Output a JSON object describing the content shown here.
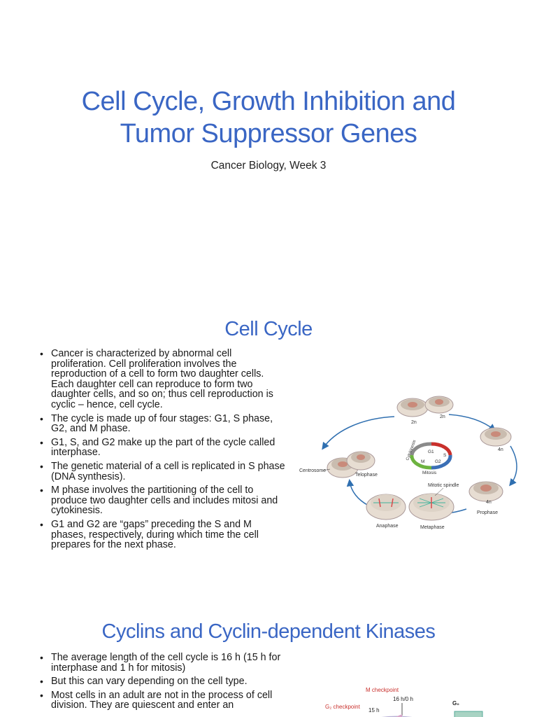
{
  "slide1": {
    "title_line1": "Cell Cycle, Growth Inhibition and",
    "title_line2": "Tumor Suppressor Genes",
    "subtitle": "Cancer Biology, Week 3"
  },
  "slide2": {
    "title": "Cell Cycle",
    "bullets": [
      "Cancer is characterized by abnormal cell proliferation. Cell proliferation involves the reproduction of a cell to form two daughter cells. Each daughter cell can reproduce to form two daughter cells, and so on; thus cell reproduction is cyclic – hence, cell cycle.",
      "The cycle is made up of four stages: G1, S phase, G2, and M phase.",
      "G1, S, and G2 make up the part of the cycle called interphase.",
      "The genetic material of a cell is replicated in S phase (DNA synthesis).",
      "M phase involves the partitioning of the cell to produce two daughter cells and includes mitosi and cytokinesis.",
      "G1 and G2 are “gaps” preceding the S and M phases, respectively, during which time the cell prepares for the next phase."
    ],
    "diagram": {
      "labels": {
        "centrosome": "Centrosome",
        "telophase": "Telophase",
        "anaphase": "Anaphase",
        "metaphase": "Metaphase",
        "prophase": "Prophase",
        "mitotic_spindle": "Mitotic spindle",
        "mitosis": "Mitosis",
        "cytokinesis": "Cytokinesis",
        "g1": "G1",
        "s": "S",
        "g2": "G2",
        "m": "M",
        "ploidy_2n_a": "2n",
        "ploidy_2n_b": "2n",
        "ploidy_4n_a": "4n",
        "ploidy_4n_b": "4n"
      },
      "colors": {
        "arrow": "#2f6fb0",
        "cell_outer": "#e7ddd2",
        "cell_inner": "#c9bcaf",
        "nucleus": "#c98a7a",
        "spindle": "#3fb39b",
        "chromosome": "#d94a4a",
        "phase_g1": "#8a8a8a",
        "phase_s": "#c9302c",
        "phase_g2": "#3b6fb6",
        "phase_m": "#6db33f"
      }
    }
  },
  "slide3": {
    "title": "Cyclins and Cyclin-dependent Kinases",
    "bullets": [
      "The average length of the cell cycle is 16 h (15 h for interphase and 1 h for mitosis)",
      "But this can vary depending on the cell type.",
      "Most cells in an adult are not in the process of cell division. They are quiescent and enter an"
    ],
    "diagram": {
      "m_checkpoint": "M checkpoint",
      "g2_checkpoint": "G₂ checkpoint",
      "time_top": "16 h/0 h",
      "time_15": "15 h",
      "g0": "G₀",
      "colors": {
        "m_checkpoint": "#c9302c",
        "g2_checkpoint": "#c9302c",
        "wheel": "#b9b2d6",
        "box": "#a8d3c3"
      }
    }
  }
}
